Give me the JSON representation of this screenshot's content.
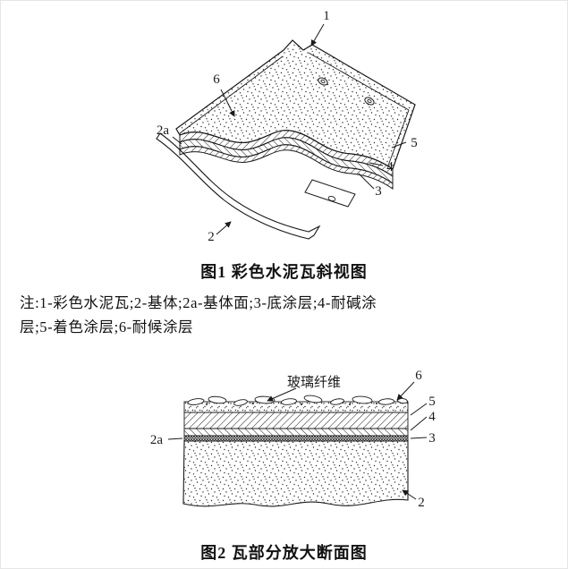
{
  "page": {
    "background": "#ffffff",
    "ink_color": "#1a1a1a"
  },
  "figure1": {
    "caption": "图1 彩色水泥瓦斜视图",
    "labels": {
      "n1": "1",
      "n2": "2",
      "n2a": "2a",
      "n3": "3",
      "n4": "4",
      "n5": "5",
      "n6": "6"
    }
  },
  "note": {
    "line1": "注:1-彩色水泥瓦;2-基体;2a-基体面;3-底涂层;4-耐碱涂",
    "line2": "层;5-着色涂层;6-耐候涂层"
  },
  "figure2": {
    "caption": "图2 瓦部分放大断面图",
    "annotation_glass_fiber": "玻璃纤维",
    "labels": {
      "n2": "2",
      "n2a": "2a",
      "n3": "3",
      "n4": "4",
      "n5": "5",
      "n6": "6"
    }
  }
}
